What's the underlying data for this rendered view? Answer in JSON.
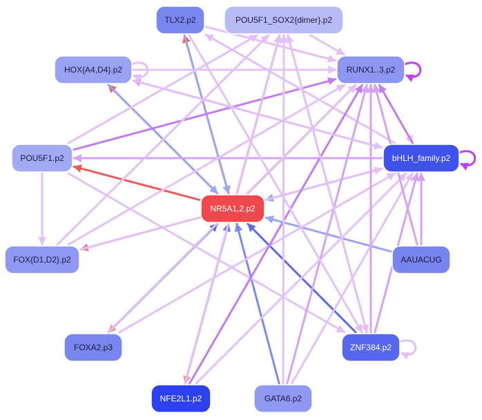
{
  "nodes": [
    {
      "id": "tlx2",
      "label": "TLX2.p2",
      "fill": "#7b87f0",
      "text": "#1a1a40"
    },
    {
      "id": "pou5f1_sox2",
      "label": "POU5F1_SOX2{dimer}.p2",
      "fill": "#b8bcf6",
      "text": "#1a1a40"
    },
    {
      "id": "hox",
      "label": "HOX{A4,D4}.p2",
      "fill": "#9aa2f2",
      "text": "#1a1a40"
    },
    {
      "id": "runx",
      "label": "RUNX1..3.p2",
      "fill": "#8d97f2",
      "text": "#1a1a40"
    },
    {
      "id": "pou5f1",
      "label": "POU5F1.p2",
      "fill": "#a2aaf4",
      "text": "#1a1a40"
    },
    {
      "id": "bhlh",
      "label": "bHLH_family.p2",
      "fill": "#3f52ee",
      "text": "#ffffff"
    },
    {
      "id": "nr5a",
      "label": "NR5A1,2.p2",
      "fill": "#f0474c",
      "text": "#ffffff"
    },
    {
      "id": "fox",
      "label": "FOX{D1,D2}.p2",
      "fill": "#8f98f2",
      "text": "#1a1a40"
    },
    {
      "id": "auacug",
      "label": "AAUACUG",
      "fill": "#7884f0",
      "text": "#1a1a40"
    },
    {
      "id": "foxa2",
      "label": "FOXA2.p3",
      "fill": "#7a86f0",
      "text": "#1a1a40"
    },
    {
      "id": "znf384",
      "label": "ZNF384.p2",
      "fill": "#5766ee",
      "text": "#ffffff"
    },
    {
      "id": "nfe2l1",
      "label": "NFE2L1.p2",
      "fill": "#2c40f0",
      "text": "#ffffff"
    },
    {
      "id": "gata6",
      "label": "GATA6.p2",
      "fill": "#8f98f2",
      "text": "#1a1a40"
    }
  ],
  "edges": [
    {
      "from": "nr5a",
      "to": "tlx2",
      "color": "#f05a5a"
    },
    {
      "from": "nr5a",
      "to": "pou5f1_sox2",
      "color": "#f05a5a"
    },
    {
      "from": "nr5a",
      "to": "hox",
      "color": "#f05a5a"
    },
    {
      "from": "nr5a",
      "to": "pou5f1",
      "color": "#f05a5a"
    },
    {
      "from": "nr5a",
      "to": "fox",
      "color": "#f08080"
    },
    {
      "from": "nr5a",
      "to": "runx",
      "color": "#f4a090"
    },
    {
      "from": "nr5a",
      "to": "foxa2",
      "color": "#f4a090"
    },
    {
      "from": "nr5a",
      "to": "nfe2l1",
      "color": "#f4a090"
    },
    {
      "from": "tlx2",
      "to": "nr5a",
      "color": "#9aa6f4"
    },
    {
      "from": "hox",
      "to": "nr5a",
      "color": "#9aa6f4"
    },
    {
      "from": "bhlh",
      "to": "nr5a",
      "color": "#9aa6f4"
    },
    {
      "from": "auacug",
      "to": "nr5a",
      "color": "#9aa6f4"
    },
    {
      "from": "znf384",
      "to": "nr5a",
      "color": "#5a6ae8"
    },
    {
      "from": "nfe2l1",
      "to": "nr5a",
      "color": "#6c7cee"
    },
    {
      "from": "gata6",
      "to": "nr5a",
      "color": "#7c8aee"
    },
    {
      "from": "foxa2",
      "to": "nr5a",
      "color": "#5a6ae8"
    },
    {
      "from": "hox",
      "to": "runx",
      "color": "#e4c0f8"
    },
    {
      "from": "bhlh",
      "to": "pou5f1",
      "color": "#d6a2f6"
    },
    {
      "from": "pou5f1",
      "to": "runx",
      "color": "#c47cf2"
    },
    {
      "from": "pou5f1",
      "to": "pou5f1_sox2",
      "color": "#e4c0f8"
    },
    {
      "from": "pou5f1",
      "to": "fox",
      "color": "#e4c0f8"
    },
    {
      "from": "pou5f1",
      "to": "znf384",
      "color": "#e4c0f8"
    },
    {
      "from": "bhlh",
      "to": "hox",
      "color": "#d6a2f6"
    },
    {
      "from": "bhlh",
      "to": "tlx2",
      "color": "#e4c0f8"
    },
    {
      "from": "fox",
      "to": "runx",
      "color": "#e4c0f8"
    },
    {
      "from": "fox",
      "to": "bhlh",
      "color": "#e4c0f8"
    },
    {
      "from": "foxa2",
      "to": "runx",
      "color": "#e4c0f8"
    },
    {
      "from": "foxa2",
      "to": "bhlh",
      "color": "#e4c0f8"
    },
    {
      "from": "nfe2l1",
      "to": "runx",
      "color": "#c47cf2"
    },
    {
      "from": "nfe2l1",
      "to": "bhlh",
      "color": "#e4c0f8"
    },
    {
      "from": "nfe2l1",
      "to": "pou5f1_sox2",
      "color": "#e4c0f8"
    },
    {
      "from": "gata6",
      "to": "runx",
      "color": "#d6a2f6"
    },
    {
      "from": "gata6",
      "to": "bhlh",
      "color": "#e4c0f8"
    },
    {
      "from": "gata6",
      "to": "pou5f1_sox2",
      "color": "#e4c0f8"
    },
    {
      "from": "znf384",
      "to": "runx",
      "color": "#d6a2f6"
    },
    {
      "from": "znf384",
      "to": "bhlh",
      "color": "#d6a2f6"
    },
    {
      "from": "znf384",
      "to": "pou5f1_sox2",
      "color": "#e4c0f8"
    },
    {
      "from": "auacug",
      "to": "runx",
      "color": "#d6a2f6"
    },
    {
      "from": "auacug",
      "to": "bhlh",
      "color": "#d6a2f6"
    },
    {
      "from": "tlx2",
      "to": "runx",
      "color": "#e4c0f8"
    },
    {
      "from": "tlx2",
      "to": "znf384",
      "color": "#e4c0f8"
    },
    {
      "from": "pou5f1_sox2",
      "to": "runx",
      "color": "#e4c0f8"
    },
    {
      "from": "pou5f1_sox2",
      "to": "znf384",
      "color": "#e4c0f8"
    },
    {
      "from": "hox",
      "to": "bhlh",
      "color": "#e4c0f8"
    },
    {
      "from": "fox",
      "to": "pou5f1_sox2",
      "color": "#e4c0f8"
    },
    {
      "from": "runx",
      "to": "bhlh",
      "color": "#e4c0f8"
    },
    {
      "from": "bhlh",
      "to": "runx",
      "color": "#c47cf2"
    }
  ],
  "self_loops": [
    {
      "node": "runx",
      "color": "#c040f0"
    },
    {
      "node": "bhlh",
      "color": "#c040f0"
    },
    {
      "node": "hox",
      "color": "#e4c0f8"
    },
    {
      "node": "znf384",
      "color": "#e4c0f8"
    }
  ]
}
